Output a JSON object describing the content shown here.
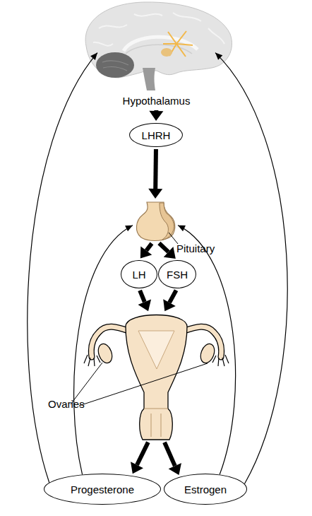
{
  "diagram": {
    "nodes": [
      {
        "text": [
          "Hypothalamus"
        ]
      },
      {
        "text": [
          "LHRH"
        ]
      },
      {
        "text": [
          "Pituitary"
        ]
      },
      {
        "text": [
          "LH"
        ]
      },
      {
        "text": [
          "FSH"
        ]
      },
      {
        "text": [
          "Ovaries"
        ]
      },
      {
        "text": [
          "Progesterone"
        ]
      },
      {
        "text": [
          "Estrogen"
        ]
      }
    ],
    "edges": [
      {
        "from": 0,
        "to": 1,
        "arrow": "to"
      },
      {
        "from": 1,
        "to": 2,
        "arrow": "to"
      },
      {
        "from": 2,
        "to": 3,
        "arrow": "to"
      },
      {
        "from": 2,
        "to": 4,
        "arrow": "to"
      },
      {
        "from": 3,
        "to": 5,
        "arrow": "to"
      },
      {
        "from": 4,
        "to": 5,
        "arrow": "to"
      },
      {
        "from": 5,
        "to": 6,
        "arrow": "to"
      },
      {
        "from": 5,
        "to": 7,
        "arrow": "to"
      },
      {
        "from": 6,
        "to": 0,
        "arrow": "to"
      },
      {
        "from": 6,
        "to": 2,
        "arrow": "to"
      },
      {
        "from": 7,
        "to": 0,
        "arrow": "to"
      },
      {
        "from": 7,
        "to": 2,
        "arrow": "to"
      }
    ]
  }
}
